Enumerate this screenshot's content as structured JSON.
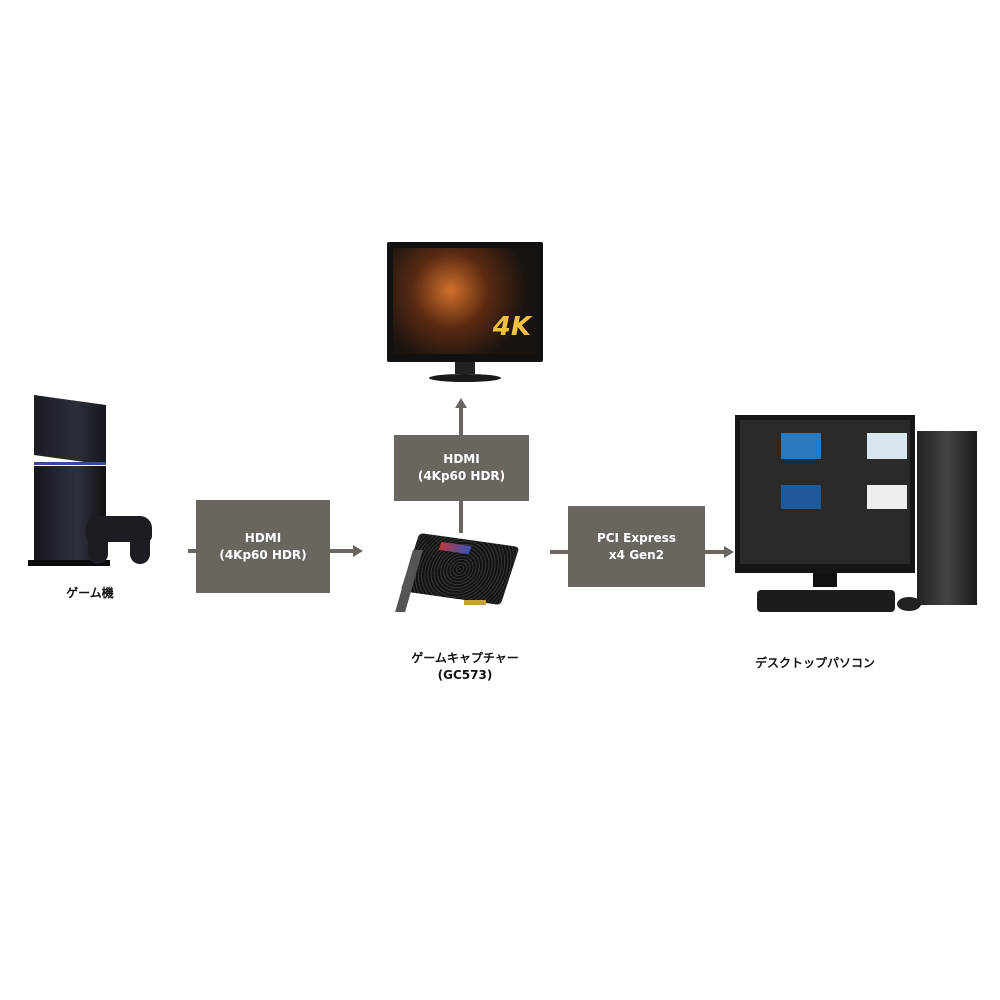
{
  "boxes": {
    "left": {
      "line1": "HDMI",
      "line2": "(4Kp60 HDR)"
    },
    "top": {
      "line1": "HDMI",
      "line2": "(4Kp60 HDR)"
    },
    "right": {
      "line1": "PCI Express",
      "line2": "x4 Gen2"
    }
  },
  "labels": {
    "console": "ゲーム機",
    "capture_line1": "ゲームキャプチャー",
    "capture_line2": "(GC573)",
    "pc": "デスクトップパソコン"
  },
  "monitor_badge": "4K",
  "colors": {
    "connector": "#6b6560"
  }
}
